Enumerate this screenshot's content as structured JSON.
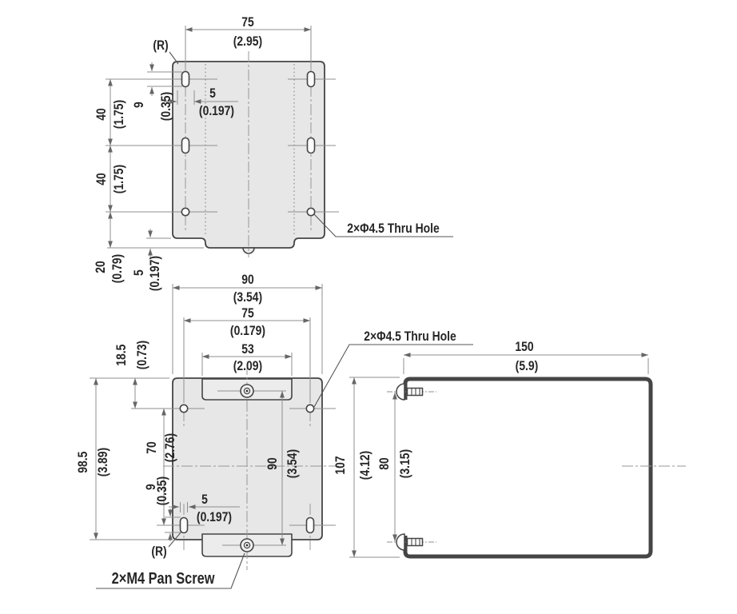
{
  "colors": {
    "plate_fill": "#e7e7e7",
    "outline": "#454545",
    "dimension_lines": "#8f8f8f",
    "text": "#262626",
    "background": "#ffffff"
  },
  "top_view": {
    "width_mm": "75",
    "width_in": "(2.95)",
    "corner_radius": "(R)",
    "slot_length_mm": "9",
    "slot_length_in": "(0.35)",
    "slot_offset_mm": "5",
    "slot_offset_in": "(0.197)",
    "pitch_upper_mm": "40",
    "pitch_upper_in": "(1.75)",
    "pitch_lower_mm": "40",
    "pitch_lower_in": "(1.75)",
    "bottom_offset_mm": "20",
    "bottom_offset_in": "(0.79)",
    "tab_offset_mm": "5",
    "tab_offset_in": "(0.197)",
    "thru_hole_callout": "2×Φ4.5 Thru Hole"
  },
  "front_view": {
    "width_mm": "90",
    "width_in": "(3.54)",
    "hole_pitch_mm": "75",
    "hole_pitch_in": "(0.179)",
    "tab_width_mm": "53",
    "tab_width_in": "(2.09)",
    "top_offset_mm": "18.5",
    "top_offset_in": "(0.73)",
    "height_mm": "98.5",
    "height_in": "(3.89)",
    "vertical_pitch_mm": "70",
    "vertical_pitch_in": "(2.76)",
    "slot_length_mm": "9",
    "slot_length_in": "(0.35)",
    "slot_offset_mm": "5",
    "slot_offset_in": "(0.197)",
    "screw_pitch_mm": "90",
    "screw_pitch_in": "(3.54)",
    "corner_radius": "(R)",
    "thru_hole_callout": "2×Φ4.5 Thru Hole",
    "pan_screw_callout": "2×M4 Pan Screw"
  },
  "side_view": {
    "depth_mm": "150",
    "depth_in": "(5.9)",
    "height_mm": "107",
    "height_in": "(4.12)",
    "screw_pitch_mm": "80",
    "screw_pitch_in": "(3.15)"
  }
}
